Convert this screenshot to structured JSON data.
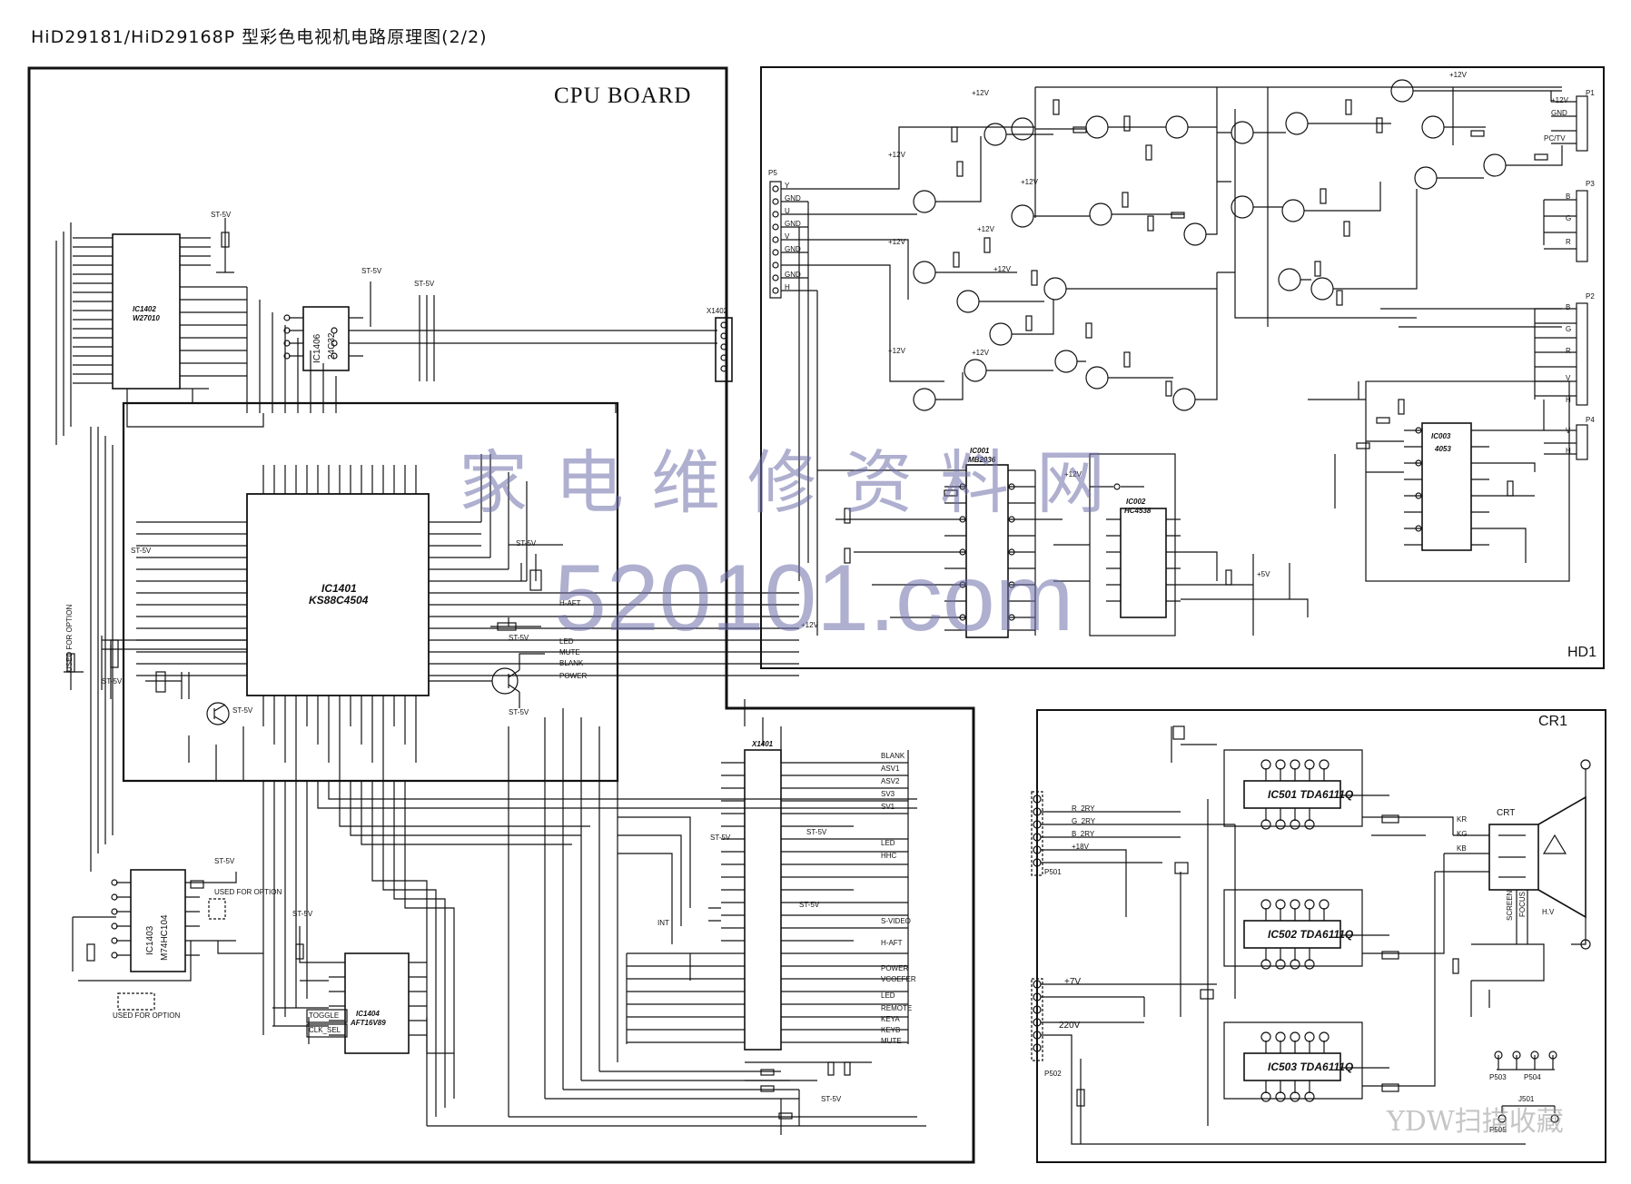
{
  "title": "HiD29181/HiD29168P 型彩色电视机电路原理图(2/2)",
  "boards": {
    "cpu": "CPU BOARD",
    "hd": "HD1",
    "cr": "CR1"
  },
  "watermark": {
    "line1": "家电维修资料网",
    "line2": "520101.com",
    "scan": "YDW扫描收藏"
  },
  "components": {
    "ic1401": "IC1401",
    "ic1401_part": "KS88C4504",
    "ic1402": "IC1402",
    "ic1402_part": "W27010",
    "ic1406": "IC1406",
    "ic1406_part": "24C32",
    "ic1403": "IC1403",
    "ic1403_part": "M74HC104",
    "ic1404": "IC1404",
    "ic1404_part": "AFT16V89",
    "x1401": "X1401",
    "x1402": "X1402",
    "ic001": "IC001",
    "ic001_part": "MB2036",
    "ic002": "IC002",
    "ic002_part": "HC4538",
    "ic003": "IC003",
    "ic003_part": "4053",
    "ic501": "IC501 TDA6111Q",
    "ic502": "IC502 TDA6111Q",
    "ic503": "IC503 TDA6111Q",
    "crt": "CRT"
  },
  "connectors": {
    "p1": "P1",
    "p2": "P2",
    "p3": "P3",
    "p4": "P4",
    "p5": "P5",
    "p501": "P501",
    "p502": "P502",
    "p503": "P503",
    "p504": "P504",
    "p505": "P505",
    "j501": "J501"
  },
  "power_labels": {
    "st5v": "ST-5V",
    "p12v": "+12V",
    "p7v": "+7V",
    "p5v": "+5V",
    "v220": "220V",
    "hv": "H.V",
    "focus": "FOCUS",
    "screen": "SCREEN"
  },
  "signal_labels": {
    "blank": "BLANK",
    "asv1": "ASV1",
    "asv2": "ASV2",
    "sv3": "SV3",
    "sv1": "SV1",
    "led": "LED",
    "hhc": "HHC",
    "power": "POWER",
    "mute": "MUTE",
    "remote": "REMOTE",
    "s_video": "S-VIDEO",
    "vcoefer": "VCOEFER",
    "keya": "KEYA",
    "keyb": "KEYB",
    "h_aft": "H-AFT",
    "used_for_option": "USED FOR OPTION",
    "gnd": "GND",
    "pc_tv": "PC/TV",
    "int": "INT",
    "toggle": "TOGGLE",
    "clk_sel": "CLK_SEL",
    "kr": "KR",
    "kg": "KG",
    "kb": "KB",
    "r_2ry": "R_2RY",
    "g_2ry": "G_2RY",
    "b_2ry": "B_2RY",
    "p18v": "+18V",
    "y": "Y",
    "u": "U",
    "v": "V",
    "h": "H",
    "r": "R",
    "g": "G",
    "b": "B"
  }
}
